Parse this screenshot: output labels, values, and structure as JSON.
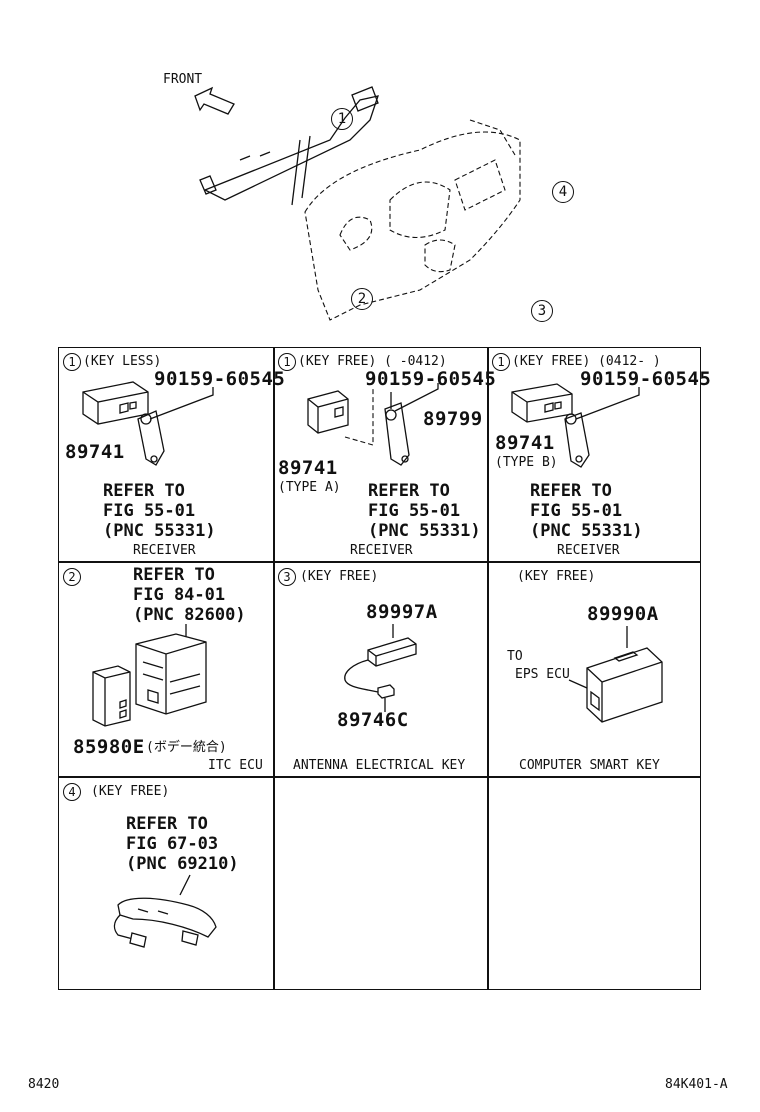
{
  "overview": {
    "front_label": "FRONT",
    "callout_1": "1",
    "callout_2": "2",
    "callout_3": "3",
    "callout_4": "4"
  },
  "cells": {
    "r1c1": {
      "num": "1",
      "title": "(KEY LESS)",
      "part_bolt": "90159-60545",
      "part_main": "89741",
      "refer": [
        "REFER TO",
        "FIG 55-01",
        "(PNC 55331)"
      ],
      "caption": "RECEIVER"
    },
    "r1c2": {
      "num": "1",
      "title": "(KEY FREE) (      -0412)",
      "part_bolt": "90159-60545",
      "part_bracket": "89799",
      "part_main": "89741",
      "sub": "(TYPE A)",
      "refer": [
        "REFER TO",
        "FIG 55-01",
        "(PNC 55331)"
      ],
      "caption": "RECEIVER"
    },
    "r1c3": {
      "num": "1",
      "title": "(KEY FREE) (0412-      )",
      "part_bolt": "90159-60545",
      "part_main": "89741",
      "sub": "(TYPE B)",
      "refer": [
        "REFER TO",
        "FIG 55-01",
        "(PNC 55331)"
      ],
      "caption": "RECEIVER"
    },
    "r2c1": {
      "num": "2",
      "refer": [
        "REFER TO",
        "FIG 84-01",
        "(PNC 82600)"
      ],
      "part_main": "85980E",
      "part_note": "(ボデー統合)",
      "caption": "ITC ECU"
    },
    "r2c2": {
      "num": "3",
      "title": "(KEY FREE)",
      "part_top": "89997A",
      "part_bottom": "89746C",
      "caption": "ANTENNA ELECTRICAL KEY"
    },
    "r2c3": {
      "title": "(KEY FREE)",
      "part_main": "89990A",
      "to_label": [
        "TO",
        "EPS ECU"
      ],
      "caption": "COMPUTER SMART KEY"
    },
    "r3c1": {
      "num": "4",
      "title": "(KEY FREE)",
      "refer": [
        "REFER TO",
        "FIG 67-03",
        "(PNC 69210)"
      ]
    }
  },
  "footer": {
    "page": "8420",
    "code": "84K401-A"
  }
}
